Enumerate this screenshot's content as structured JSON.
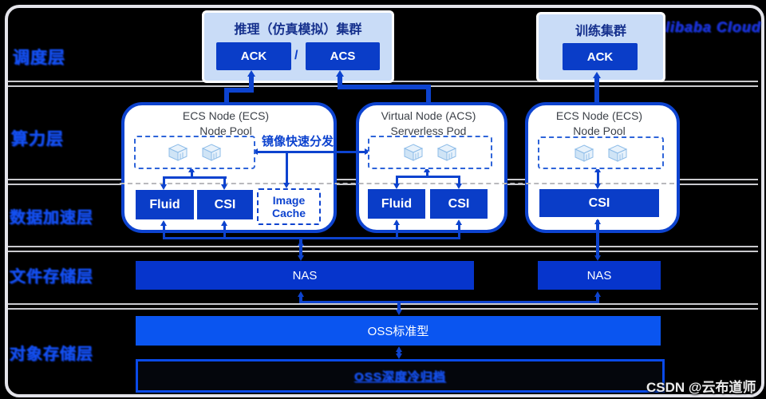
{
  "watermark": "CSDN @云布道师",
  "brand": {
    "logo": "Alibaba Cloud"
  },
  "colors": {
    "accent": "#0d43cf",
    "cluster_panel": "#c9dcf7",
    "button": "#0a3dc8",
    "nas_bar": "#0635cc",
    "oss_bar": "#0a55f0",
    "layer_label": "#1350f0",
    "background": "#000000"
  },
  "layers": {
    "l1": "调度层",
    "l2": "算力层",
    "l3": "数据加速层",
    "l4": "文件存储层",
    "l5": "对象存储层"
  },
  "clusters": {
    "inference": {
      "title": "推理（仿真模拟）集群",
      "ack": "ACK",
      "slash": "/",
      "acs": "ACS"
    },
    "training": {
      "title": "训练集群",
      "ack": "ACK"
    }
  },
  "nodes": {
    "left": {
      "line1": "ECS Node (ECS)",
      "line2": "Node Pool",
      "fluid": "Fluid",
      "csi": "CSI",
      "ic1": "Image",
      "ic2": "Cache"
    },
    "middle": {
      "line1": "Virtual Node (ACS)",
      "line2": "Serverless Pod",
      "fluid": "Fluid",
      "csi": "CSI"
    },
    "right": {
      "line1": "ECS Node (ECS)",
      "line2": "Node Pool",
      "csi": "CSI"
    }
  },
  "annotations": {
    "image_dist": "镜像快速分发"
  },
  "storage": {
    "nas_left": "NAS",
    "nas_right": "NAS",
    "oss": "OSS标准型",
    "archive": "OSS深度冷归档"
  }
}
